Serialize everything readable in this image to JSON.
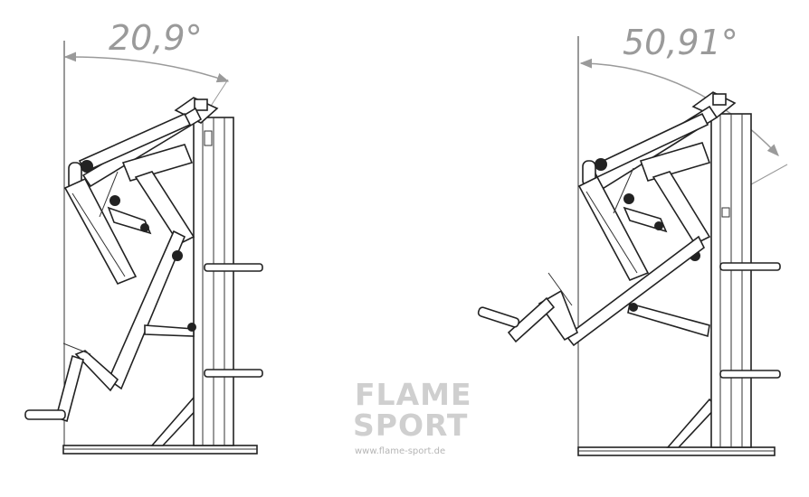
{
  "diagrams": [
    {
      "angle_label": "20,9°"
    },
    {
      "angle_label": "50,91°"
    }
  ],
  "watermark": {
    "line1": "FLAME",
    "line2": "SPORT",
    "url": "www.flame-sport.de"
  },
  "colors": {
    "line": "#222222",
    "dimension": "#9a9a9a",
    "watermark": "#cfcfcf"
  }
}
